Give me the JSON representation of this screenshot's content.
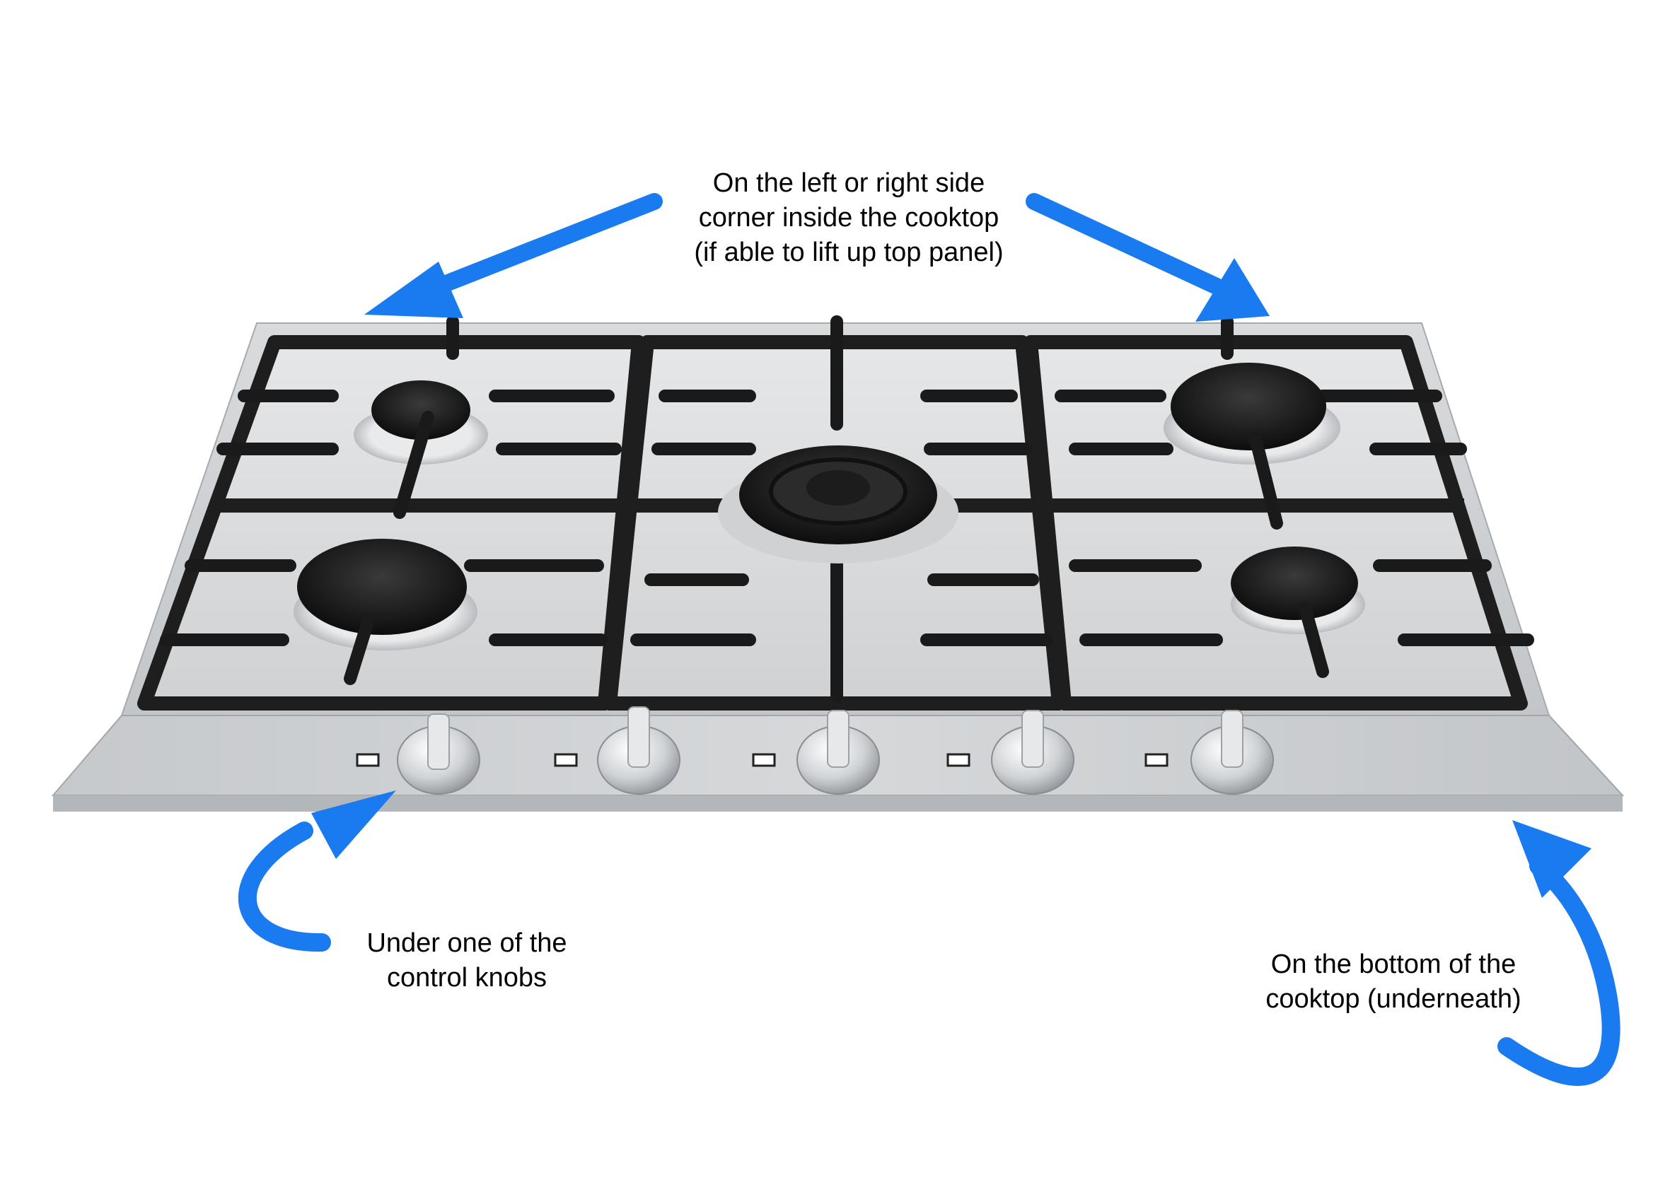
{
  "annotations": {
    "top_corner": {
      "lines": [
        "On the left or right side",
        "corner inside the cooktop",
        "(if able to lift up top panel)"
      ]
    },
    "control_knob": {
      "lines": [
        "Under one of the",
        "control knobs"
      ]
    },
    "bottom": {
      "lines": [
        "On the bottom of the",
        "cooktop (underneath)"
      ]
    }
  },
  "cooktop": {
    "burners": 5,
    "control_knobs": 5
  },
  "colors": {
    "arrow": "#1a7af0",
    "steel": "#c9cccf",
    "grate": "#1f1f1f",
    "burner": "#151515"
  },
  "icons": [
    "arrow-icon",
    "cooktop-image",
    "control-knob-icon",
    "burner-icon"
  ]
}
